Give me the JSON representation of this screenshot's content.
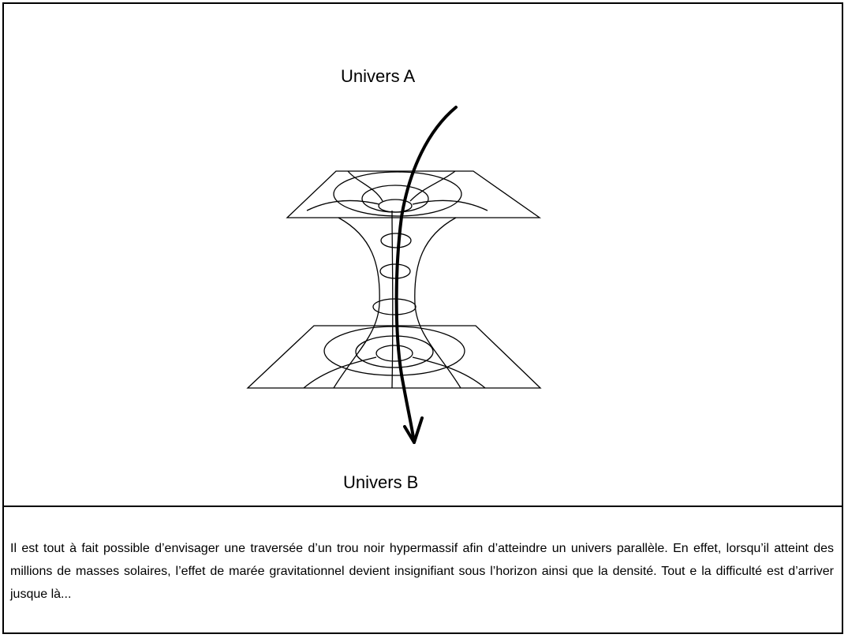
{
  "diagram": {
    "label_top": "Univers A",
    "label_bottom": "Univers B"
  },
  "caption": "Il est tout à fait possible d’envisager une traversée d’un trou noir hypermassif afin d’atteindre un univers parallèle. En effet, lorsqu’il atteint des millions de masses solaires, l’effet de marée gravitationnel devient insignifiant sous l’horizon ainsi que la densité. Tout e la difficulté est d’arriver jusque là..."
}
